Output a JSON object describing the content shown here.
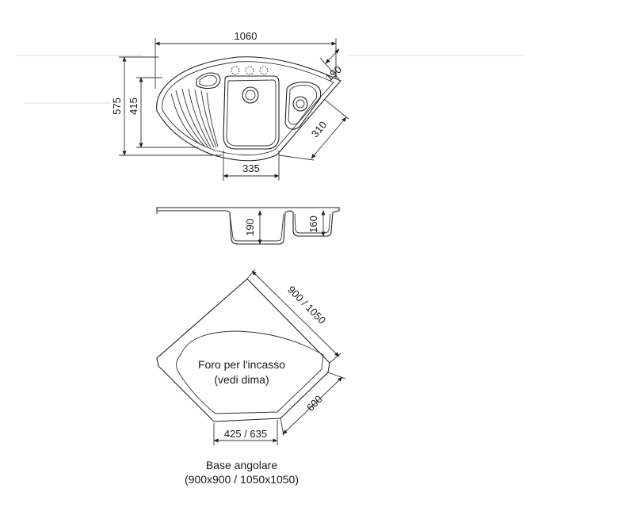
{
  "top_view": {
    "width_overall": "1060",
    "depth_overall": "575",
    "depth_inner": "415",
    "right_side": "190",
    "right_bowl": "310",
    "main_bowl": "335"
  },
  "section_view": {
    "main_depth": "190",
    "small_depth": "160"
  },
  "base_view": {
    "cutout_line1": "Foro per l'incasso",
    "cutout_line2": "(vedi dima)",
    "side_size": "900 / 1050",
    "depth_size": "600",
    "front_size": "425 / 635",
    "caption_line1": "Base angolare",
    "caption_line2": "(900x900 / 1050x1050)"
  }
}
